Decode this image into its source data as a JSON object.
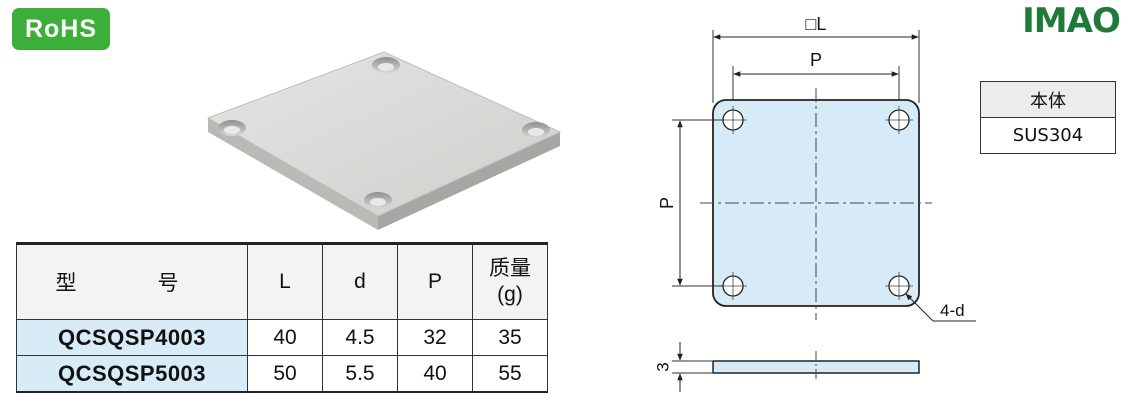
{
  "badge": {
    "text": "RoHS"
  },
  "brand": {
    "logo": "IMAO"
  },
  "spec_table": {
    "headers": {
      "model": "型　号",
      "L": "L",
      "d": "d",
      "P": "P",
      "mass_line1": "质量",
      "mass_line2": "(g)"
    },
    "rows": [
      {
        "model": "QCSQSP4003",
        "L": "40",
        "d": "4.5",
        "P": "32",
        "mass": "35"
      },
      {
        "model": "QCSQSP5003",
        "L": "50",
        "d": "5.5",
        "P": "40",
        "mass": "55"
      }
    ]
  },
  "drawing": {
    "dim_L": "□L",
    "dim_P_top": "P",
    "dim_P_side": "P",
    "hole_label": "4-d",
    "thickness": "3"
  },
  "material_table": {
    "header": "本体",
    "value": "SUS304"
  },
  "colors": {
    "rohs_green": "#3cae3a",
    "logo_green": "#1f7a3a",
    "plate_fill": "#d6eaf8",
    "model_cell": "#d8ecf7"
  }
}
